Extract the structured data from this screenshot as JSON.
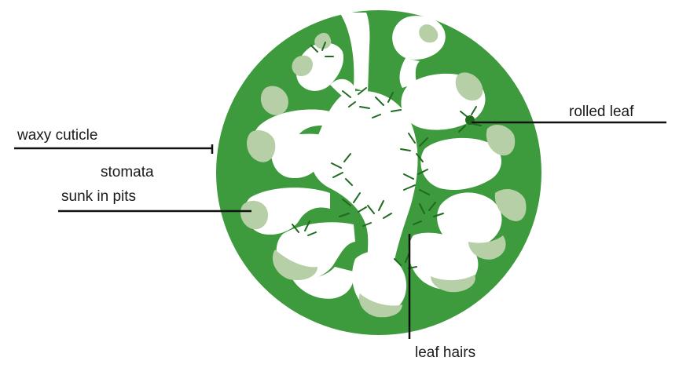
{
  "labels": {
    "waxy_cuticle": "waxy cuticle",
    "stomata_line1": "stomata",
    "stomata_line2": "sunk in pits",
    "rolled_leaf": "rolled leaf",
    "leaf_hairs": "leaf hairs"
  },
  "colors": {
    "tissue_dark_green": "#3d9a3d",
    "pit_pale_green": "#b6cfa6",
    "background": "#ffffff",
    "leader_line": "#111111"
  }
}
